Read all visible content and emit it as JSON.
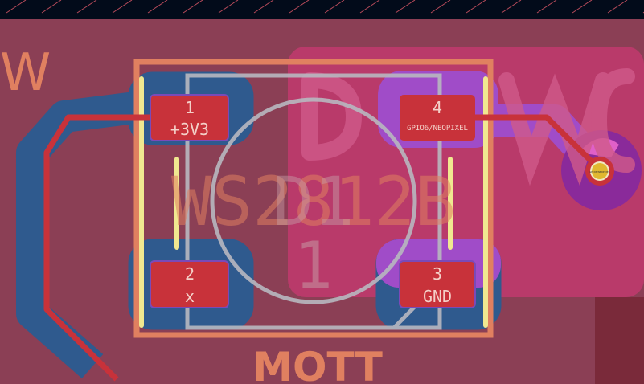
{
  "colors": {
    "background": "#8b3f55",
    "border_band": "#020b1a",
    "front_copper": "#c8323a",
    "back_copper": "#2f5a8e",
    "zone": "#b93a6a",
    "courtyard": "#e08060",
    "fab": "#b8b8c0",
    "silkscreen": "#f0e890",
    "via": "#e0b830"
  },
  "silk_texts": {
    "top_left": "W",
    "value": "WS2812B",
    "reference": "D1",
    "fab_pin": "1",
    "bottom": "MOTT"
  },
  "pads": [
    {
      "number": "1",
      "net": "+3V3"
    },
    {
      "number": "2",
      "net": "x"
    },
    {
      "number": "3",
      "net": "GND"
    },
    {
      "number": "4",
      "net": "GPIO6/NEOPIXEL"
    }
  ],
  "via": {
    "net": "GPIO6/NEOPIXEL"
  }
}
